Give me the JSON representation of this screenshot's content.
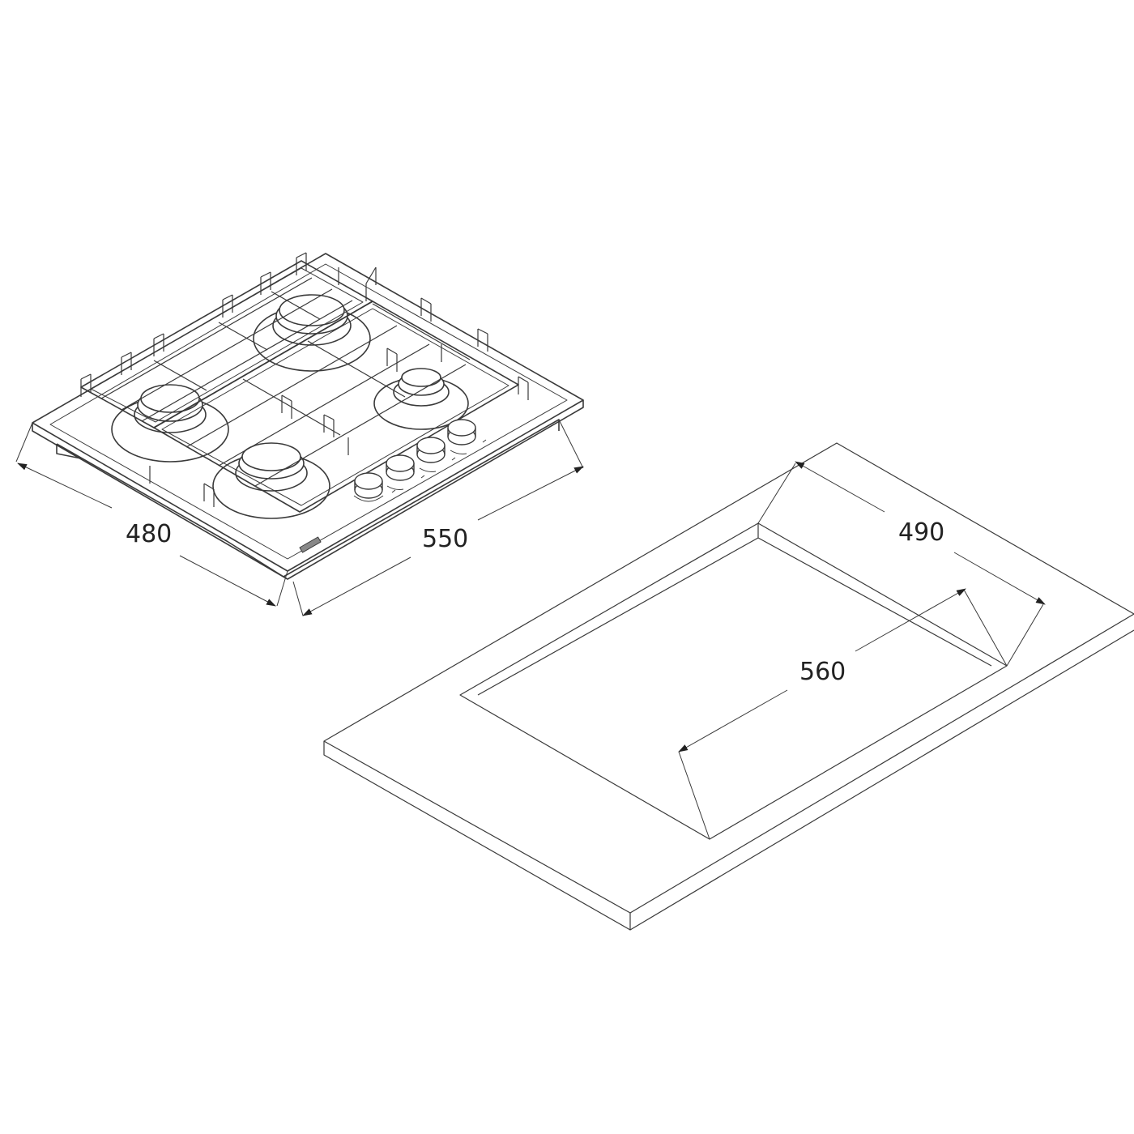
{
  "dimensions": {
    "hob_depth": "480",
    "hob_width": "550",
    "cutout_depth": "490",
    "cutout_width": "560"
  },
  "colors": {
    "line": "#3a3a3a",
    "background": "#ffffff"
  }
}
